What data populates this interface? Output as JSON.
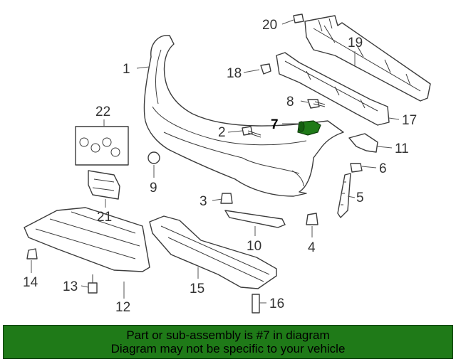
{
  "diagram": {
    "callouts": [
      "1",
      "2",
      "3",
      "4",
      "5",
      "6",
      "7",
      "8",
      "9",
      "10",
      "11",
      "12",
      "13",
      "14",
      "15",
      "16",
      "17",
      "18",
      "19",
      "20",
      "21",
      "22"
    ],
    "highlighted_part": "7",
    "highlight_color": "#1f7a18"
  },
  "banner": {
    "line1": "Part or sub-assembly is #7 in diagram",
    "line2": "Diagram may not be specific to your vehicle",
    "background": "#1f7a18"
  }
}
